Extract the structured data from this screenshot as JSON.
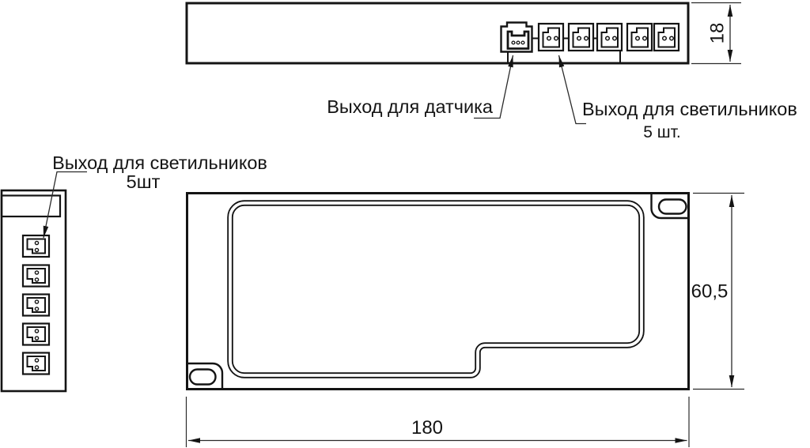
{
  "drawing": {
    "type": "technical-drawing",
    "background_color": "#ffffff",
    "line_color": "#141414"
  },
  "labels": {
    "sensor_output": "Выход для датчика",
    "top_output": "Выход для светильников",
    "top_qty": "5 шт.",
    "side_output": "Выход для светильников",
    "side_qty": "5шт"
  },
  "dimensions": {
    "thickness": "18",
    "height": "60,5",
    "width": "180"
  },
  "top_view": {
    "sensor_connector_count": 1,
    "luminaire_connector_count": 5
  },
  "side_view": {
    "luminaire_connector_count": 5
  }
}
